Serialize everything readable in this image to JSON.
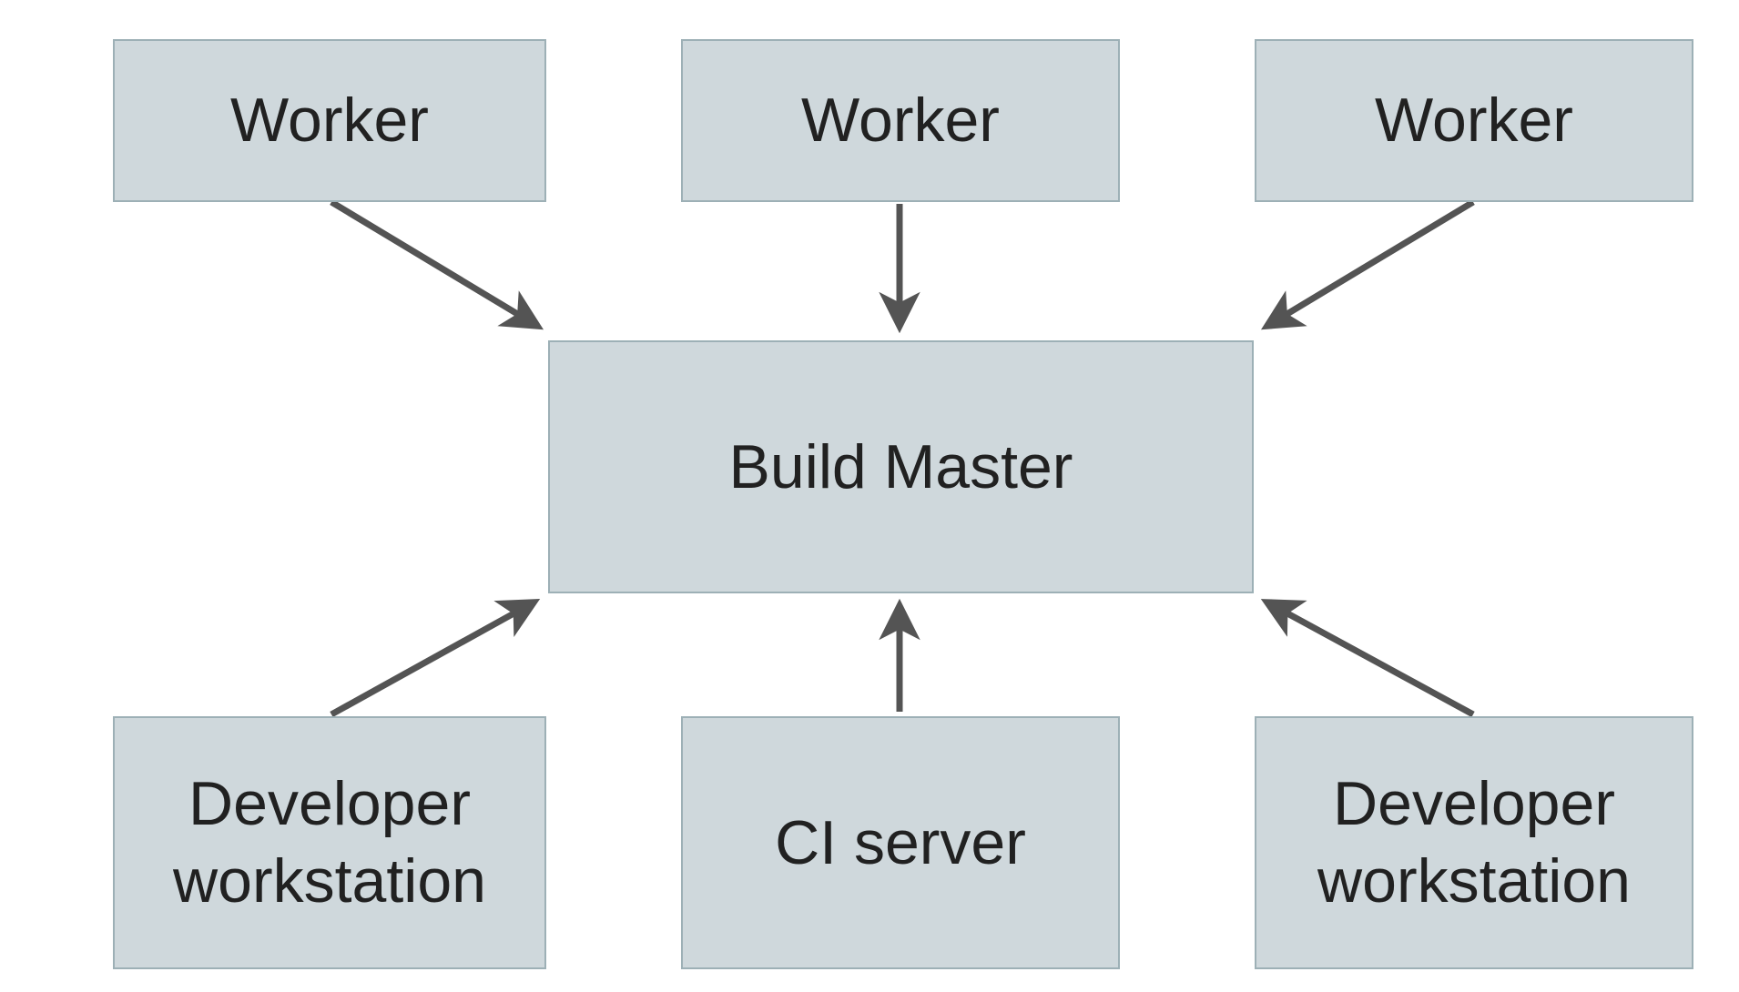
{
  "diagram": {
    "type": "architecture-diagram",
    "nodes": [
      {
        "id": "worker-1",
        "label": "Worker"
      },
      {
        "id": "worker-2",
        "label": "Worker"
      },
      {
        "id": "worker-3",
        "label": "Worker"
      },
      {
        "id": "build-master",
        "label": "Build Master"
      },
      {
        "id": "developer-workstation-1",
        "label": "Developer workstation"
      },
      {
        "id": "ci-server",
        "label": "CI server"
      },
      {
        "id": "developer-workstation-2",
        "label": "Developer workstation"
      }
    ],
    "edges": [
      {
        "from": "worker-1",
        "to": "build-master"
      },
      {
        "from": "worker-2",
        "to": "build-master"
      },
      {
        "from": "worker-3",
        "to": "build-master"
      },
      {
        "from": "developer-workstation-1",
        "to": "build-master"
      },
      {
        "from": "ci-server",
        "to": "build-master"
      },
      {
        "from": "developer-workstation-2",
        "to": "build-master"
      }
    ],
    "colors": {
      "node_fill": "#cfd8dc",
      "node_border": "#9db0b6",
      "arrow": "#545454",
      "text": "#212121",
      "background": "#ffffff"
    }
  }
}
